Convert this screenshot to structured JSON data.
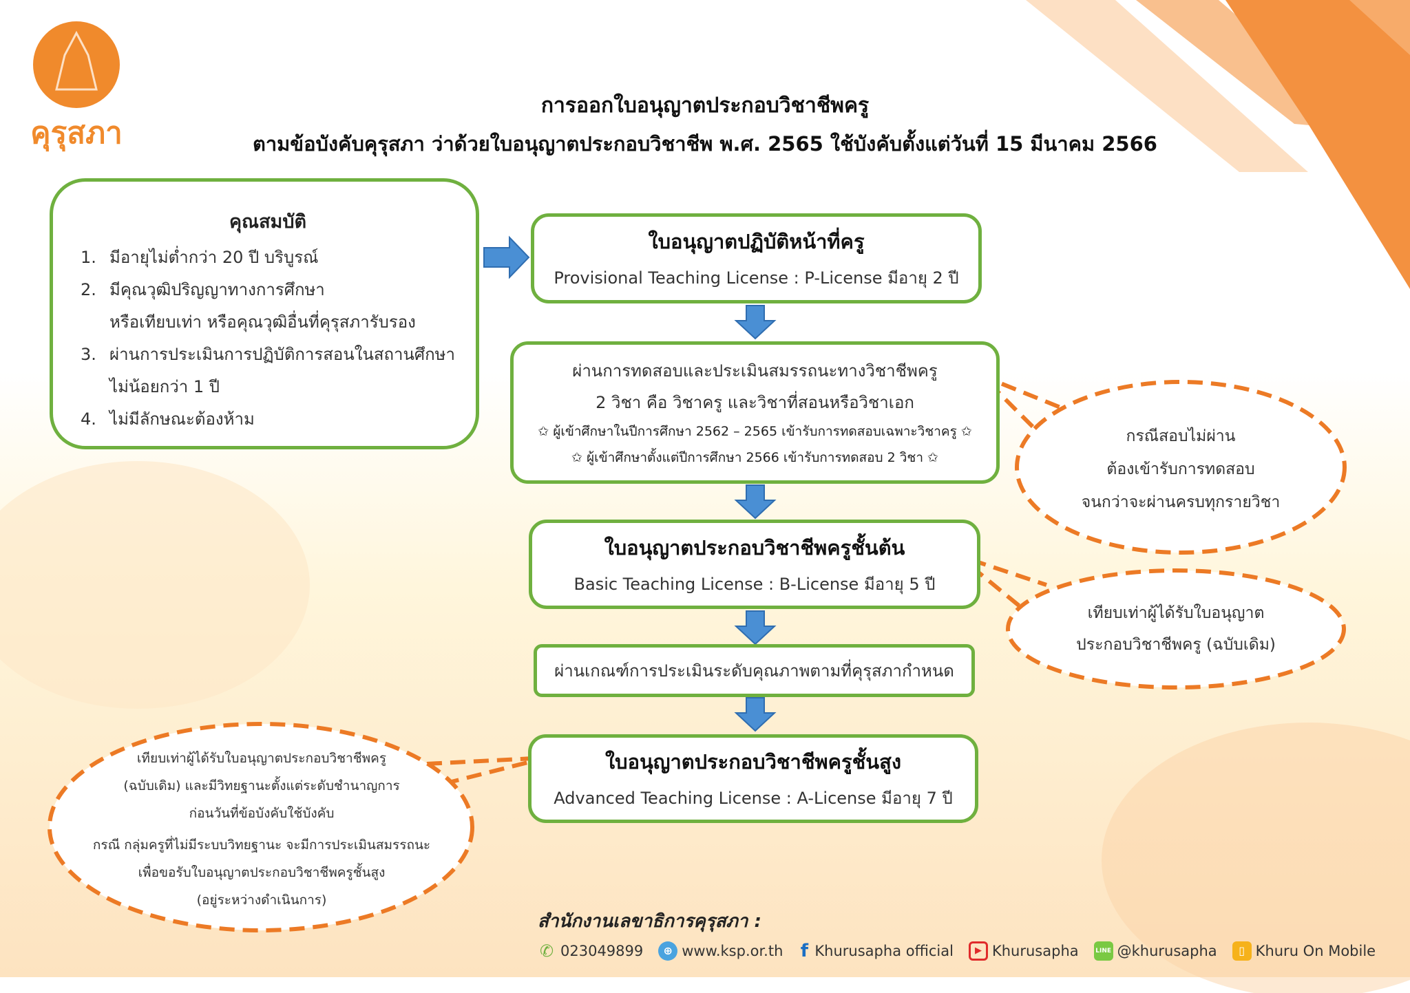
{
  "logo": {
    "text": "คุรุสภา"
  },
  "title": {
    "line1": "การออกใบอนุญาตประกอบวิชาชีพครู",
    "line2": "ตามข้อบังคับคุรุสภา ว่าด้วยใบอนุญาตประกอบวิชาชีพ พ.ศ. 2565 ใช้บังคับตั้งแต่วันที่ 15 มีนาคม 2566"
  },
  "qualifications": {
    "heading": "คุณสมบัติ",
    "items": [
      {
        "num": "1.",
        "lines": [
          "มีอายุไม่ต่ำกว่า 20 ปี บริบูรณ์"
        ]
      },
      {
        "num": "2.",
        "lines": [
          "มีคุณวุฒิปริญญาทางการศึกษา",
          "หรือเทียบเท่า หรือคุณวุฒิอื่นที่คุรุสภารับรอง"
        ]
      },
      {
        "num": "3.",
        "lines": [
          "ผ่านการประเมินการปฏิบัติการสอนในสถานศึกษา",
          "ไม่น้อยกว่า 1 ปี"
        ]
      },
      {
        "num": "4.",
        "lines": [
          "ไม่มีลักษณะต้องห้าม"
        ]
      }
    ]
  },
  "flow": {
    "p_license": {
      "title": "ใบอนุญาตปฏิบัติหน้าที่ครู",
      "sub": "Provisional Teaching License : P-License มีอายุ 2 ปี"
    },
    "exam": {
      "line1": "ผ่านการทดสอบและประเมินสมรรถนะทางวิชาชีพครู",
      "line2": "2 วิชา คือ วิชาครู และวิชาที่สอนหรือวิชาเอก",
      "note1": "ผู้เข้าศึกษาในปีการศึกษา 2562 – 2565 เข้ารับการทดสอบเฉพาะวิชาครู",
      "note2": "ผู้เข้าศึกษาตั้งแต่ปีการศึกษา 2566 เข้ารับการทดสอบ 2 วิชา",
      "star": "✩"
    },
    "b_license": {
      "title": "ใบอนุญาตประกอบวิชาชีพครูชั้นต้น",
      "sub": "Basic Teaching License : B-License มีอายุ 5 ปี"
    },
    "criteria": {
      "text": "ผ่านเกณฑ์การประเมินระดับคุณภาพตามที่คุรุสภากำหนด"
    },
    "a_license": {
      "title": "ใบอนุญาตประกอบวิชาชีพครูชั้นสูง",
      "sub": "Advanced Teaching License : A-License มีอายุ 7 ปี"
    }
  },
  "callouts": {
    "fail": [
      "กรณีสอบไม่ผ่าน",
      "ต้องเข้ารับการทดสอบ",
      "จนกว่าจะผ่านครบทุกรายวิชา"
    ],
    "equiv_basic": [
      "เทียบเท่าผู้ได้รับใบอนุญาต",
      "ประกอบวิชาชีพครู (ฉบับเดิม)"
    ],
    "equiv_adv": [
      "เทียบเท่าผู้ได้รับใบอนุญาตประกอบวิชาชีพครู",
      "(ฉบับเดิม) และมีวิทยฐานะตั้งแต่ระดับชำนาญการ",
      "ก่อนวันที่ข้อบังคับใช้บังคับ"
    ],
    "no_rank": [
      "กรณี กลุ่มครูที่ไม่มีระบบวิทยฐานะ จะมีการประเมินสมรรถนะ",
      "เพื่อขอรับใบอนุญาตประกอบวิชาชีพครูชั้นสูง",
      "(อยู่ระหว่างดำเนินการ)"
    ]
  },
  "footer": {
    "org": "สำนักงานเลขาธิการคุรุสภา :",
    "phone": "023049899",
    "web": "www.ksp.or.th",
    "facebook": "Khurusapha official",
    "youtube": "Khurusapha",
    "line": "@khurusapha",
    "app": "Khuru On Mobile"
  },
  "colors": {
    "green": "#6fb03f",
    "orange": "#f08a2c",
    "arrow": "#4a8fd4"
  }
}
